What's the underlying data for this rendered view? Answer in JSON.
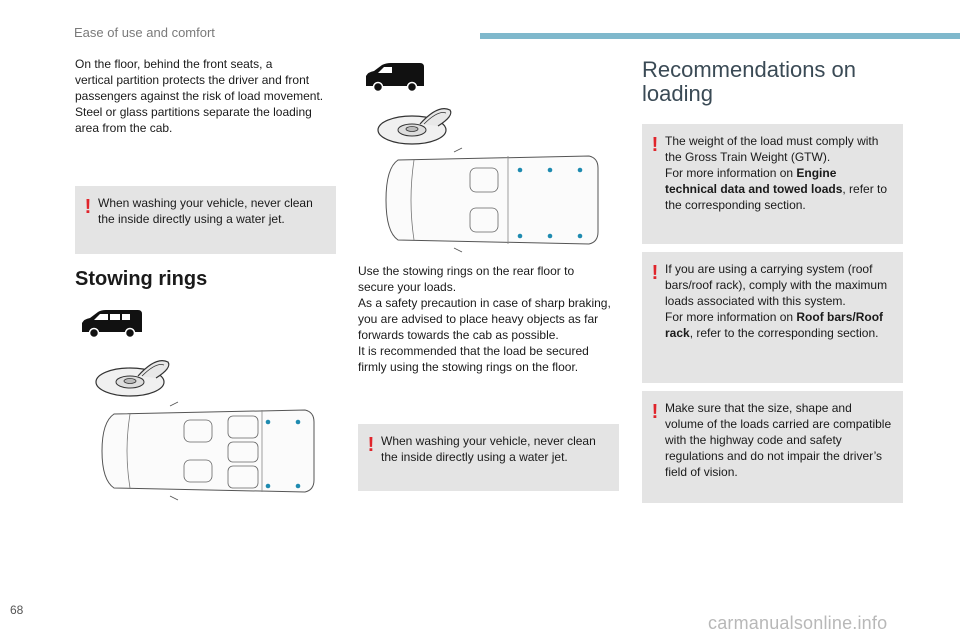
{
  "header": {
    "title": "Ease of use and comfort",
    "accent_color": "#7fb8cc"
  },
  "col1": {
    "intro_lines": [
      "On the floor, behind the front seats, a",
      "vertical partition protects the driver and front",
      "passengers against the risk of load movement.",
      "Steel or glass partitions separate the loading",
      "area from the cab."
    ],
    "warning_lines": [
      "When washing your vehicle, never clean",
      "the inside directly using a water jet."
    ],
    "stowing_title": "Stowing rings"
  },
  "col2": {
    "body_lines": [
      "Use the stowing rings on the rear floor to",
      "secure your loads.",
      "As a safety precaution in case of sharp braking,",
      "you are advised to place heavy objects as far",
      "forwards towards the cab as possible.",
      "It is recommended that the load be secured",
      "firmly using the stowing rings on the floor."
    ],
    "warning_lines": [
      "When washing your vehicle, never clean",
      "the inside directly using a water jet."
    ]
  },
  "col3": {
    "title_lines": [
      "Recommendations on",
      "loading"
    ],
    "box1": {
      "line1": "The weight of the load must comply with",
      "line2": "the Gross Train Weight (GTW).",
      "line3": "For more information on ",
      "bold1": "Engine",
      "bold2": "technical data and towed loads",
      "tail": ", refer to",
      "line5": "the corresponding section."
    },
    "box2": {
      "line1": "If you are using a carrying system (roof",
      "line2": "bars/roof rack), comply with the maximum",
      "line3": "loads associated with this system.",
      "line4": "For more information on ",
      "bold1": "Roof bars/Roof",
      "bold2": "rack",
      "tail": ", refer to the corresponding section."
    },
    "box3_lines": [
      "Make sure that the size, shape and",
      "volume of the loads carried are compatible",
      "with the highway code and safety",
      "regulations and do not impair the driver’s",
      "field of vision."
    ]
  },
  "footer": {
    "page_number": "68",
    "watermark": "carmanualsonline.info"
  },
  "colors": {
    "warning_red": "#e0242b",
    "box_bg": "#e4e4e4",
    "ring_dot": "#1f8bb0"
  },
  "icons": [
    "van-icon",
    "stowing-ring-icon",
    "warning-icon"
  ]
}
